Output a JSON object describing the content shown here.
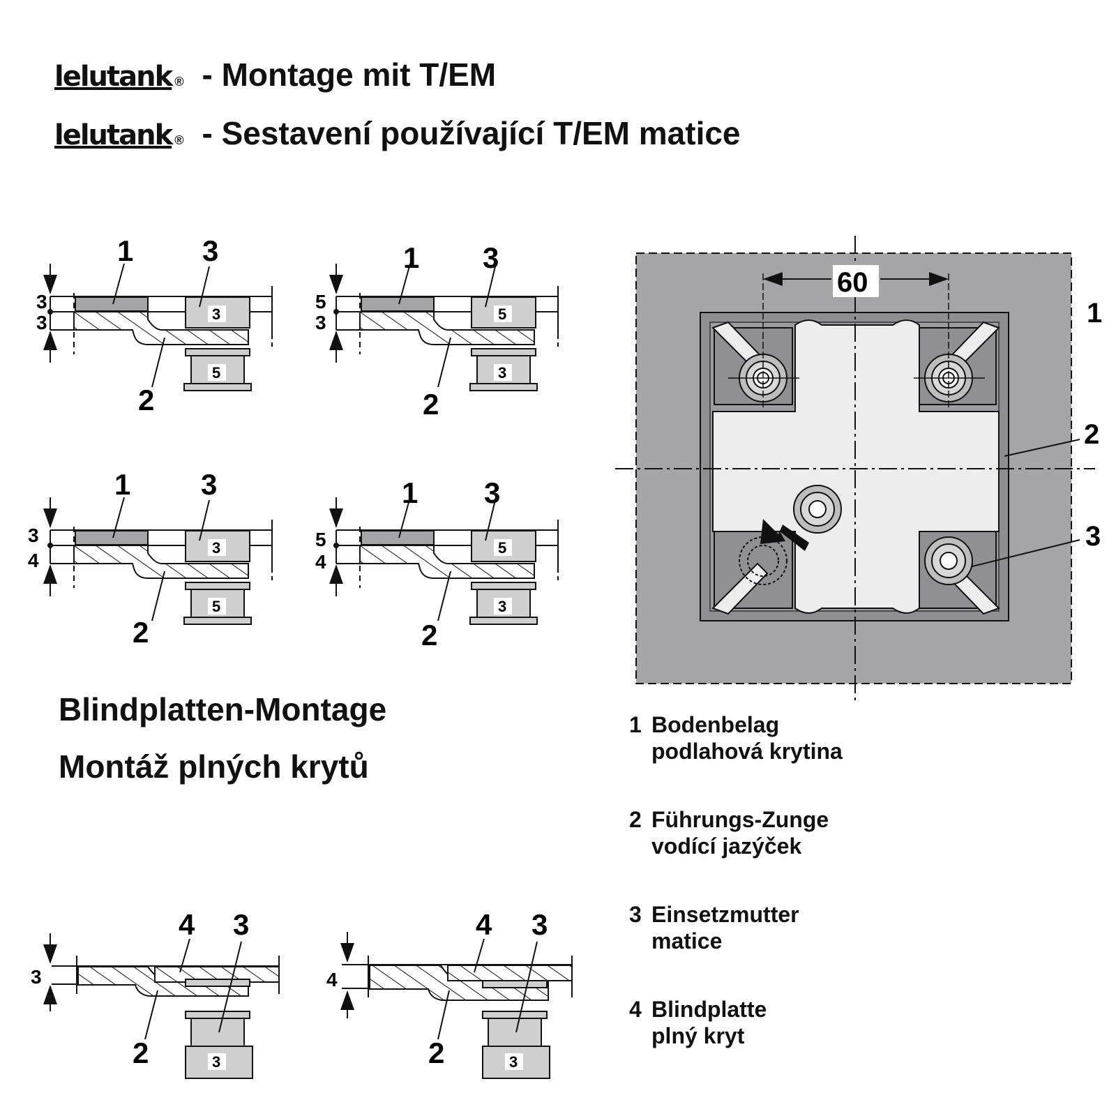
{
  "header": {
    "logo_text": "lelutank",
    "logo_mark": "®",
    "line1": "- Montage mit T/EM",
    "line2": "- Sestavení používající T/EM matice"
  },
  "section": {
    "title_de": "Blindplatten-Montage",
    "title_cs": "Montáž plných krytů"
  },
  "legend": [
    {
      "num": "1",
      "de": "Bodenbelag",
      "cs": "podlahová krytina"
    },
    {
      "num": "2",
      "de": "Führungs-Zunge",
      "cs": "vodící jazýček"
    },
    {
      "num": "3",
      "de": "Einsetzmutter",
      "cs": "matice"
    },
    {
      "num": "4",
      "de": "Blindplatte",
      "cs": "plný kryt"
    }
  ],
  "details": [
    {
      "dim_top": "3",
      "dim_bottom": "3",
      "upper_nut": "3",
      "lower_nut": "5"
    },
    {
      "dim_top": "5",
      "dim_bottom": "3",
      "upper_nut": "5",
      "lower_nut": "3"
    },
    {
      "dim_top": "3",
      "dim_bottom": "4",
      "upper_nut": "3",
      "lower_nut": "5"
    },
    {
      "dim_top": "5",
      "dim_bottom": "4",
      "upper_nut": "5",
      "lower_nut": "3"
    }
  ],
  "blind_details": [
    {
      "dim": "3",
      "nut": "3"
    },
    {
      "dim": "4",
      "nut": "3"
    }
  ],
  "callouts": {
    "floor": "1",
    "tongue": "2",
    "nut": "3",
    "blind": "4"
  },
  "plan": {
    "dimension": "60",
    "label1": "1",
    "label2": "2",
    "label3": "3"
  },
  "colors": {
    "floor_gray": "#a5a5a8",
    "panel_light": "#ededed",
    "nut_gray": "#cfcfcf",
    "line": "#111111"
  }
}
